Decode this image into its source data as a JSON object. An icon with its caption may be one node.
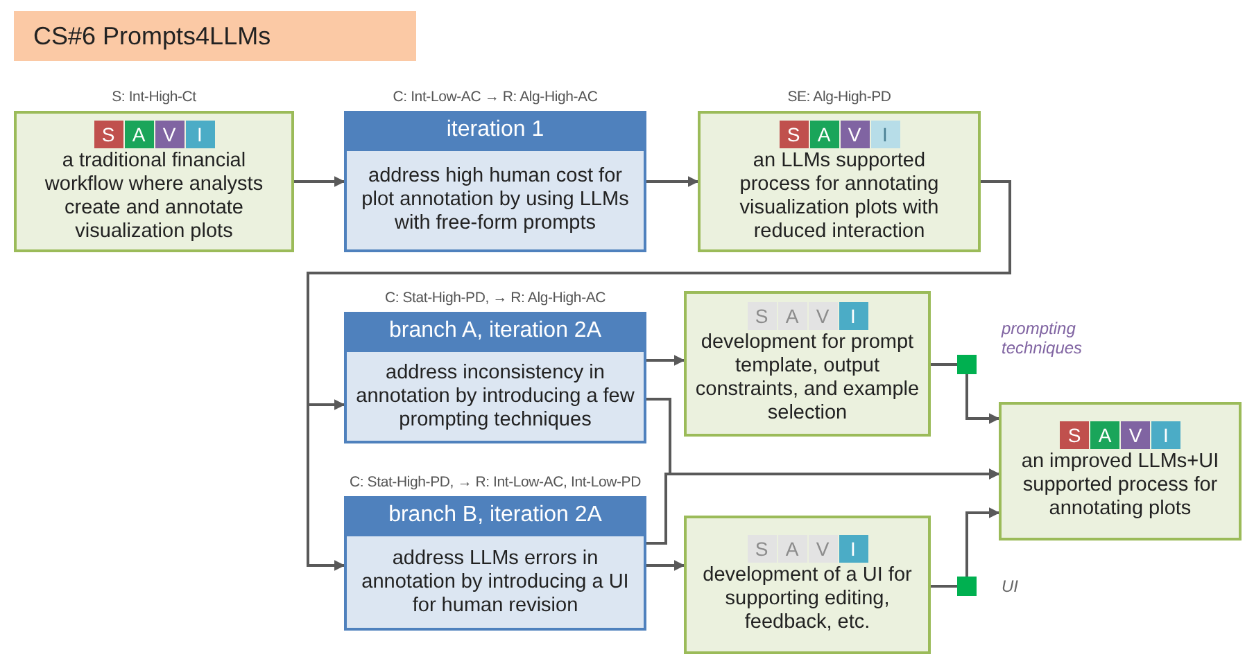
{
  "diagram": {
    "title": "CS#6 Prompts4LLMs",
    "nodes": [
      {
        "text": [
          "a traditional financial workflow where analysts create and annotate visualization plots"
        ],
        "beside": [
          "S: Int-High-Ct"
        ]
      },
      {
        "text": [
          "S"
        ],
        "in": 0
      },
      {
        "text": [
          "A"
        ],
        "in": 0
      },
      {
        "text": [
          "V"
        ],
        "in": 0
      },
      {
        "text": [
          "I"
        ],
        "in": 0
      },
      {
        "text": [
          "iteration 1",
          "address high human cost for plot annotation by using LLMs with free-form prompts"
        ],
        "beside": [
          "C: Int-Low-AC → R: Alg-High-AC"
        ]
      },
      {
        "text": [
          "an LLMs supported process for annotating visualization plots with reduced interaction"
        ],
        "beside": [
          "SE: Alg-High-PD"
        ]
      },
      {
        "text": [
          "S"
        ],
        "in": 6
      },
      {
        "text": [
          "A"
        ],
        "in": 6
      },
      {
        "text": [
          "V"
        ],
        "in": 6
      },
      {
        "text": [
          "I"
        ],
        "in": 6
      },
      {
        "text": [
          "branch A, iteration 2A",
          "address inconsistency in annotation by introducing a few prompting techniques"
        ],
        "beside": [
          "C: Stat-High-PD, → R: Alg-High-AC"
        ]
      },
      {
        "text": [
          "development for prompt template, output constraints, and example selection"
        ]
      },
      {
        "text": [
          "S"
        ],
        "in": 12
      },
      {
        "text": [
          "A"
        ],
        "in": 12
      },
      {
        "text": [
          "V"
        ],
        "in": 12
      },
      {
        "text": [
          "I"
        ],
        "in": 12
      },
      {
        "text": [],
        "shape": "box",
        "beside": [
          "prompting techniques"
        ]
      },
      {
        "text": [
          "an improved LLMs+UI supported process for annotating plots"
        ]
      },
      {
        "text": [
          "S"
        ],
        "in": 18
      },
      {
        "text": [
          "A"
        ],
        "in": 18
      },
      {
        "text": [
          "V"
        ],
        "in": 18
      },
      {
        "text": [
          "I"
        ],
        "in": 18
      },
      {
        "text": [
          "branch B, iteration 2A",
          "address LLMs errors in annotation by introducing a UI for human revision"
        ],
        "beside": [
          "C: Stat-High-PD, → R: Int-Low-AC, Int-Low-PD"
        ]
      },
      {
        "text": [
          "development of a UI for supporting editing, feedback, etc."
        ]
      },
      {
        "text": [
          "S"
        ],
        "in": 24
      },
      {
        "text": [
          "A"
        ],
        "in": 24
      },
      {
        "text": [
          "V"
        ],
        "in": 24
      },
      {
        "text": [
          "I"
        ],
        "in": 24
      },
      {
        "text": [],
        "shape": "box",
        "beside": [
          "UI"
        ]
      }
    ],
    "edges": [
      {
        "from": 0,
        "to": 5,
        "arrow": "to"
      },
      {
        "from": 5,
        "to": 6,
        "arrow": "to"
      },
      {
        "from": 6,
        "to": 11,
        "arrow": "to"
      },
      {
        "from": 6,
        "to": 23,
        "arrow": "to"
      },
      {
        "from": 11,
        "to": 12,
        "arrow": "to"
      },
      {
        "from": 12,
        "to": 17,
        "arrow": "none"
      },
      {
        "from": 17,
        "to": 18,
        "arrow": "to"
      },
      {
        "from": 11,
        "to": 18,
        "arrow": "to"
      },
      {
        "from": 23,
        "to": 18,
        "arrow": "to"
      },
      {
        "from": 23,
        "to": 24,
        "arrow": "to"
      },
      {
        "from": 24,
        "to": 29,
        "arrow": "none"
      },
      {
        "from": 29,
        "to": 18,
        "arrow": "to"
      }
    ]
  }
}
